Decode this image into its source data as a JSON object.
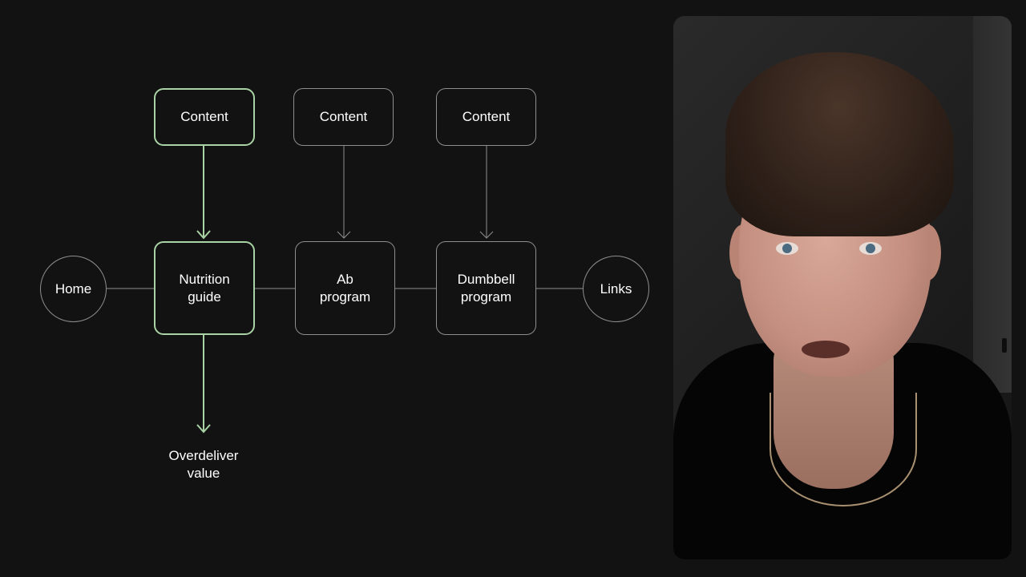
{
  "diagram": {
    "nodes": {
      "content_1": "Content",
      "content_2": "Content",
      "content_3": "Content",
      "home": "Home",
      "nutrition_guide": "Nutrition guide",
      "ab_program": "Ab program",
      "dumbbell_program": "Dumbbell program",
      "links": "Links",
      "outcome": "Overdeliver value"
    },
    "colors": {
      "background": "#121212",
      "highlight": "#a9d3a5",
      "default_border": "#8e8e8e",
      "text": "#ffffff"
    }
  },
  "webcam": {
    "description_icon": "presenter-webcam-feed"
  }
}
